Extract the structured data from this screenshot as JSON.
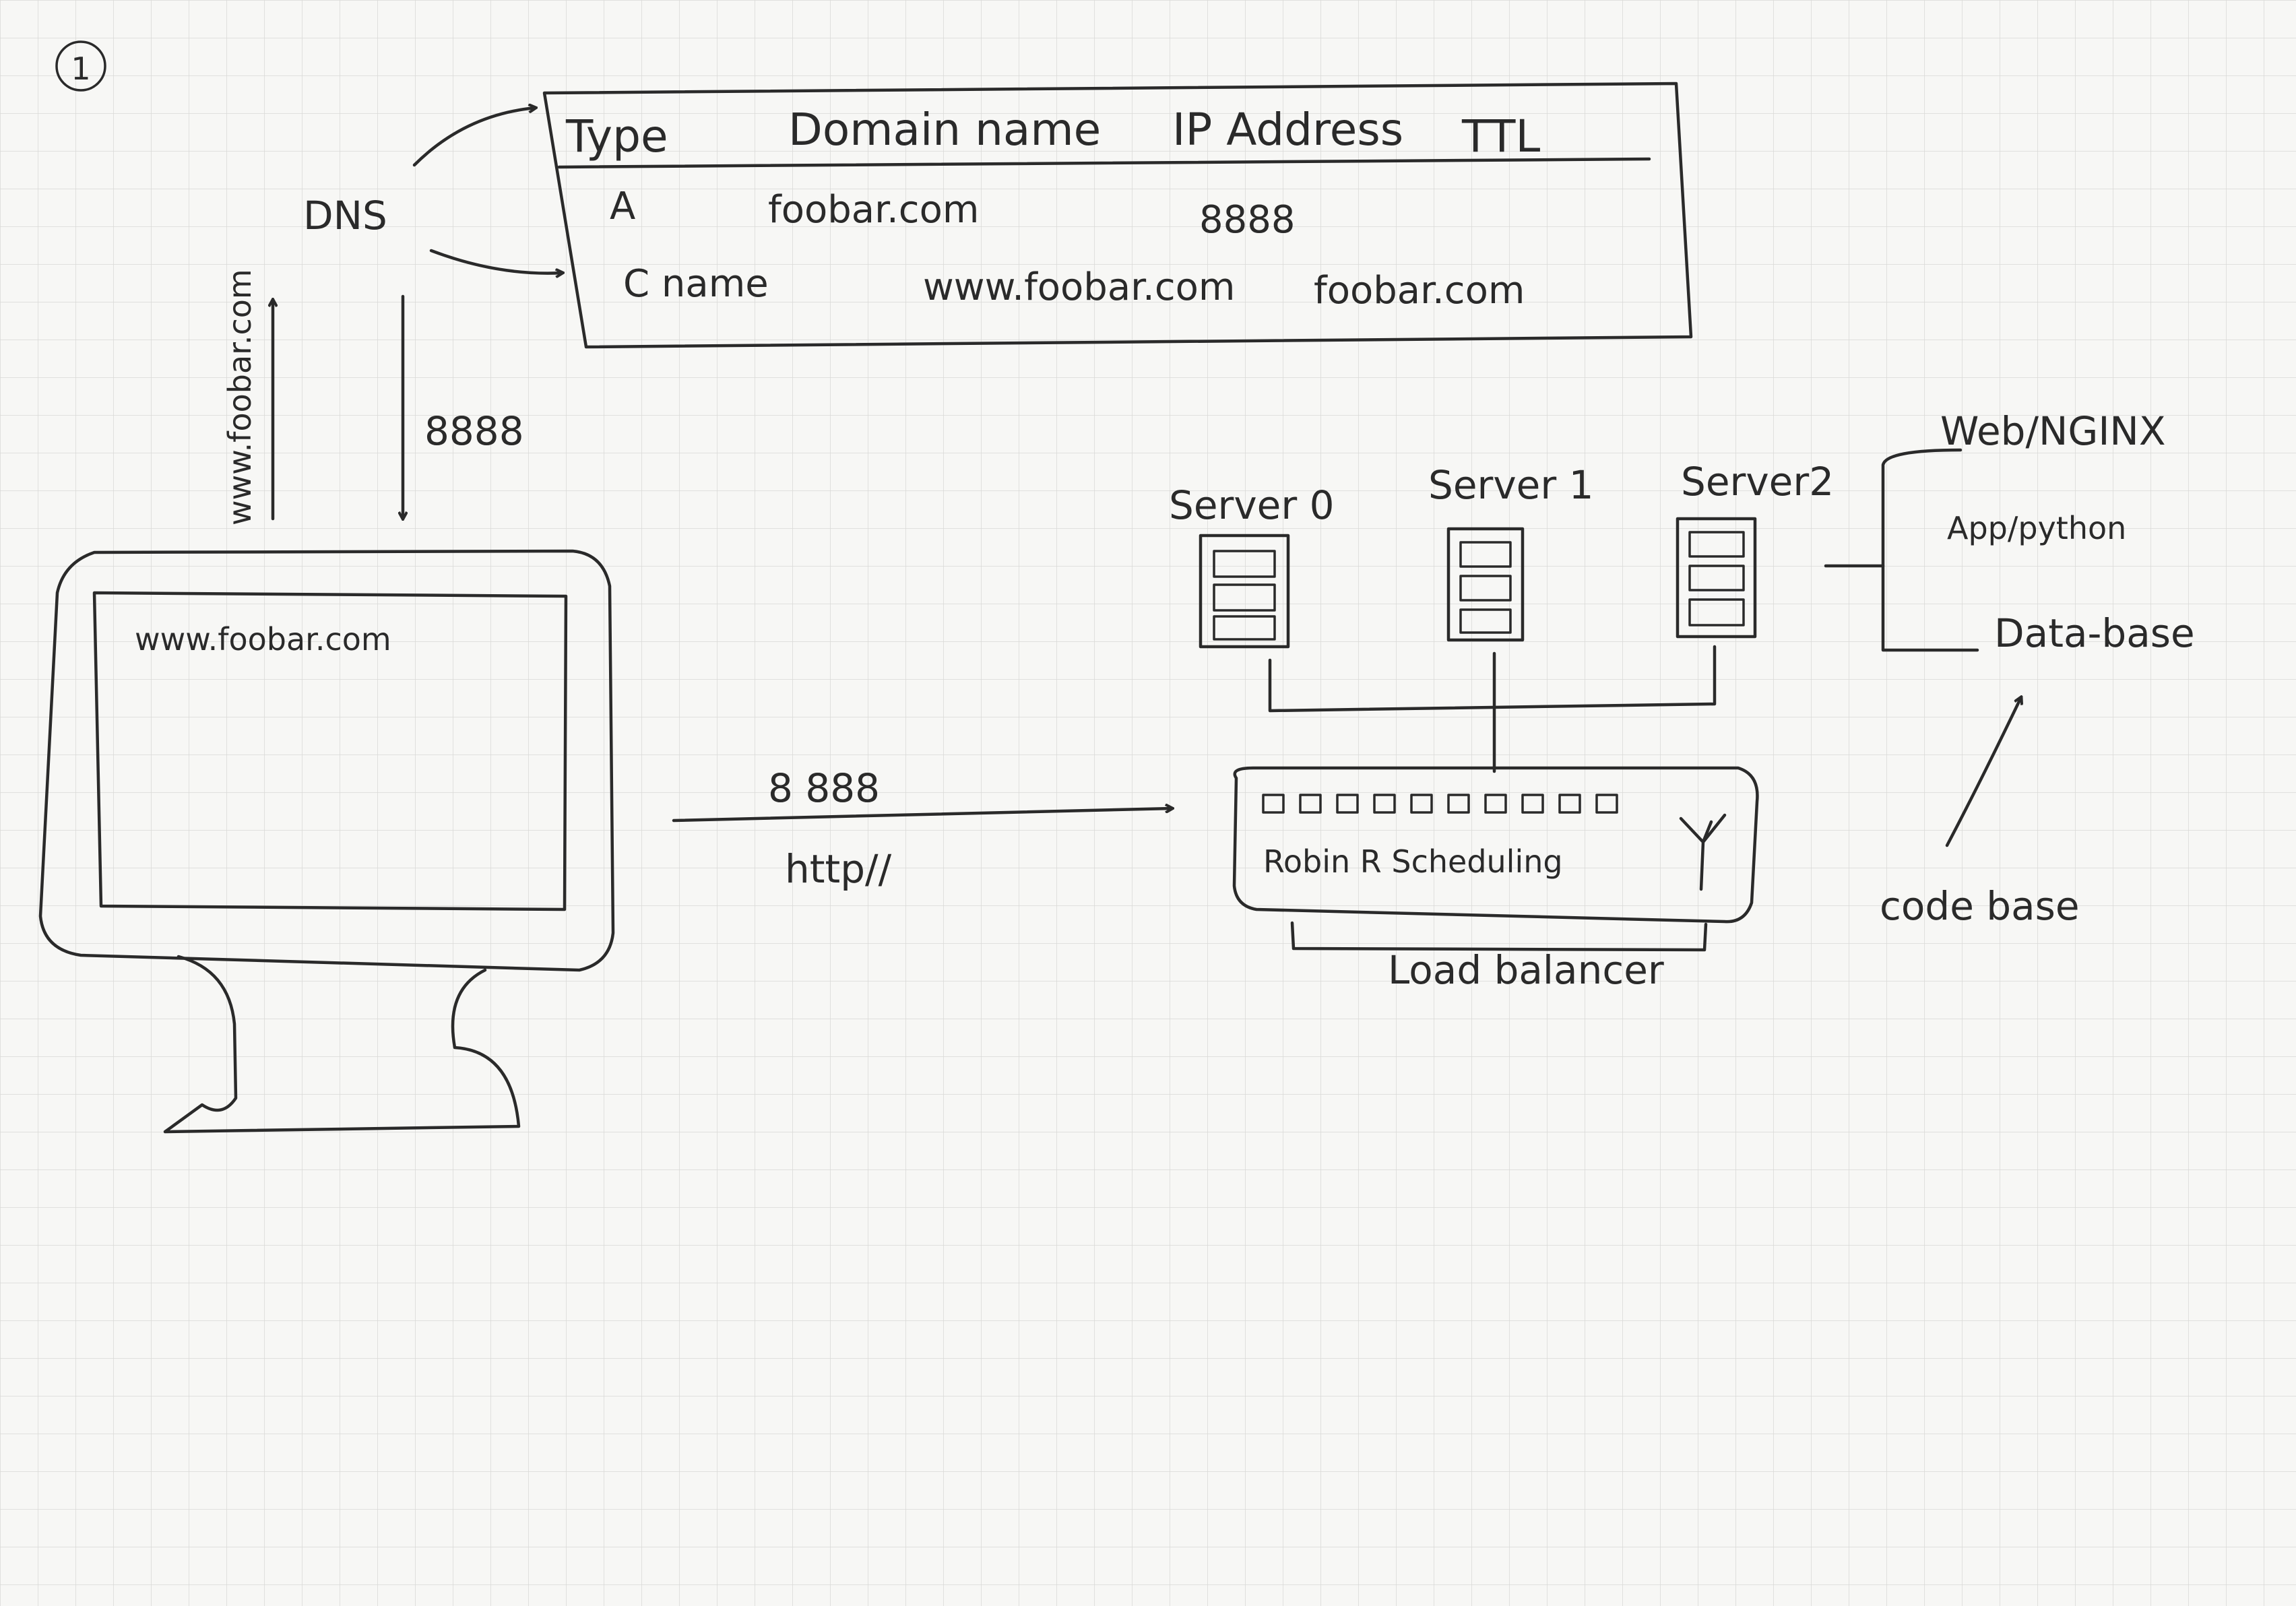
{
  "page_number": "1",
  "dns": {
    "label": "DNS",
    "query_label": "www.foobar.com",
    "response_label": "8888"
  },
  "dns_table": {
    "headers": [
      "Type",
      "Domain name",
      "IP Address",
      "TTL"
    ],
    "rows": [
      {
        "type": "A",
        "domain": "foobar.com",
        "value": "8888"
      },
      {
        "type": "C name",
        "domain": "www.foobar.com",
        "value": "foobar.com"
      }
    ]
  },
  "browser": {
    "url": "www.foobar.com"
  },
  "request": {
    "ip_label": "8 888",
    "protocol_label": "http//"
  },
  "servers": [
    {
      "label": "Server 0"
    },
    {
      "label": "Server 1"
    },
    {
      "label": "Server2"
    }
  ],
  "stack": {
    "items": [
      "Web/NGINX",
      "App/python",
      "Data-base"
    ]
  },
  "load_balancer": {
    "algorithm_label": "Robin R Scheduling",
    "label": "Load balancer"
  },
  "codebase": {
    "label": "code base"
  }
}
